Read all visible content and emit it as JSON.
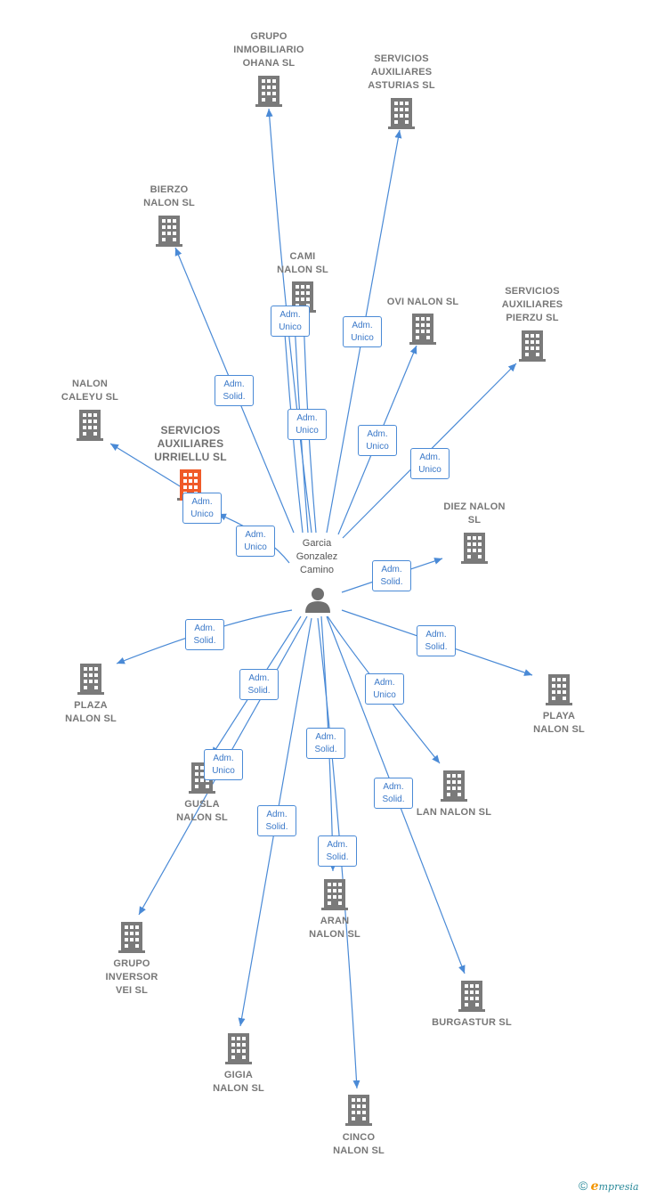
{
  "colors": {
    "edge": "#4a8ad6",
    "building": "#7a7a7a",
    "focus_building": "#f05a28",
    "person": "#707070"
  },
  "person": {
    "name": "Garcia\nGonzalez\nCamino",
    "icon": "person-icon"
  },
  "companies": [
    {
      "id": "grupo-inmobiliario-ohana",
      "name": "GRUPO\nINMOBILIARIO\nOHANA  SL",
      "icon": "building-icon"
    },
    {
      "id": "servicios-auxiliares-asturias",
      "name": "SERVICIOS\nAUXILIARES\nASTURIAS  SL",
      "icon": "building-icon"
    },
    {
      "id": "bierzo-nalon",
      "name": "BIERZO\nNALON  SL",
      "icon": "building-icon"
    },
    {
      "id": "cami-nalon",
      "name": "CAMI\nNALON  SL",
      "icon": "building-icon"
    },
    {
      "id": "ovi-nalon",
      "name": "OVI NALON SL",
      "icon": "building-icon"
    },
    {
      "id": "servicios-auxiliares-pierzu",
      "name": "SERVICIOS\nAUXILIARES\nPIERZU  SL",
      "icon": "building-icon"
    },
    {
      "id": "nalon-caleyu",
      "name": "NALON\nCALEYU SL",
      "icon": "building-icon"
    },
    {
      "id": "servicios-auxiliares-urriellu",
      "name": "SERVICIOS\nAUXILIARES\nURRIELLU  SL",
      "icon": "building-icon",
      "focus": true
    },
    {
      "id": "diez-nalon",
      "name": "DIEZ NALON\nSL",
      "icon": "building-icon"
    },
    {
      "id": "plaza-nalon",
      "name": "PLAZA\nNALON  SL",
      "icon": "building-icon"
    },
    {
      "id": "playa-nalon",
      "name": "PLAYA\nNALON  SL",
      "icon": "building-icon"
    },
    {
      "id": "gusla-nalon",
      "name": "GUSLA\nNALON  SL",
      "icon": "building-icon"
    },
    {
      "id": "lan-nalon",
      "name": "LAN NALON  SL",
      "icon": "building-icon"
    },
    {
      "id": "aran-nalon",
      "name": "ARAN\nNALON  SL",
      "icon": "building-icon"
    },
    {
      "id": "grupo-inversor-vei",
      "name": "GRUPO\nINVERSOR\nVEI  SL",
      "icon": "building-icon"
    },
    {
      "id": "burgastur",
      "name": "BURGASTUR SL",
      "icon": "building-icon"
    },
    {
      "id": "gigia-nalon",
      "name": "GIGIA\nNALON  SL",
      "icon": "building-icon"
    },
    {
      "id": "cinco-nalon",
      "name": "CINCO\nNALON  SL",
      "icon": "building-icon"
    }
  ],
  "relations": [
    {
      "to": "grupo-inmobiliario-ohana",
      "label": "Adm.\nUnico"
    },
    {
      "to": "servicios-auxiliares-asturias",
      "label": "Adm.\nUnico"
    },
    {
      "to": "bierzo-nalon",
      "label": "Adm.\nSolid."
    },
    {
      "to": "cami-nalon",
      "label": "Adm.\nUnico"
    },
    {
      "to": "ovi-nalon",
      "label": "Adm.\nUnico"
    },
    {
      "to": "servicios-auxiliares-pierzu",
      "label": "Adm.\nUnico"
    },
    {
      "to": "nalon-caleyu",
      "label": "Adm.\nUnico"
    },
    {
      "to": "servicios-auxiliares-urriellu",
      "label": "Adm.\nUnico"
    },
    {
      "to": "diez-nalon",
      "label": "Adm.\nSolid."
    },
    {
      "to": "plaza-nalon",
      "label": "Adm.\nSolid."
    },
    {
      "to": "playa-nalon",
      "label": "Adm.\nSolid."
    },
    {
      "to": "gusla-nalon",
      "label": "Adm.\nSolid."
    },
    {
      "to": "lan-nalon",
      "label": "Adm.\nUnico"
    },
    {
      "to": "aran-nalon",
      "label": "Adm.\nSolid."
    },
    {
      "to": "grupo-inversor-vei",
      "label": "Adm.\nUnico"
    },
    {
      "to": "burgastur",
      "label": "Adm.\nSolid."
    },
    {
      "to": "gigia-nalon",
      "label": "Adm.\nSolid."
    },
    {
      "to": "cinco-nalon",
      "label": "Adm.\nSolid."
    }
  ],
  "footer": {
    "copyright": "©",
    "brand_initial": "e",
    "brand_rest": "mpresia"
  }
}
